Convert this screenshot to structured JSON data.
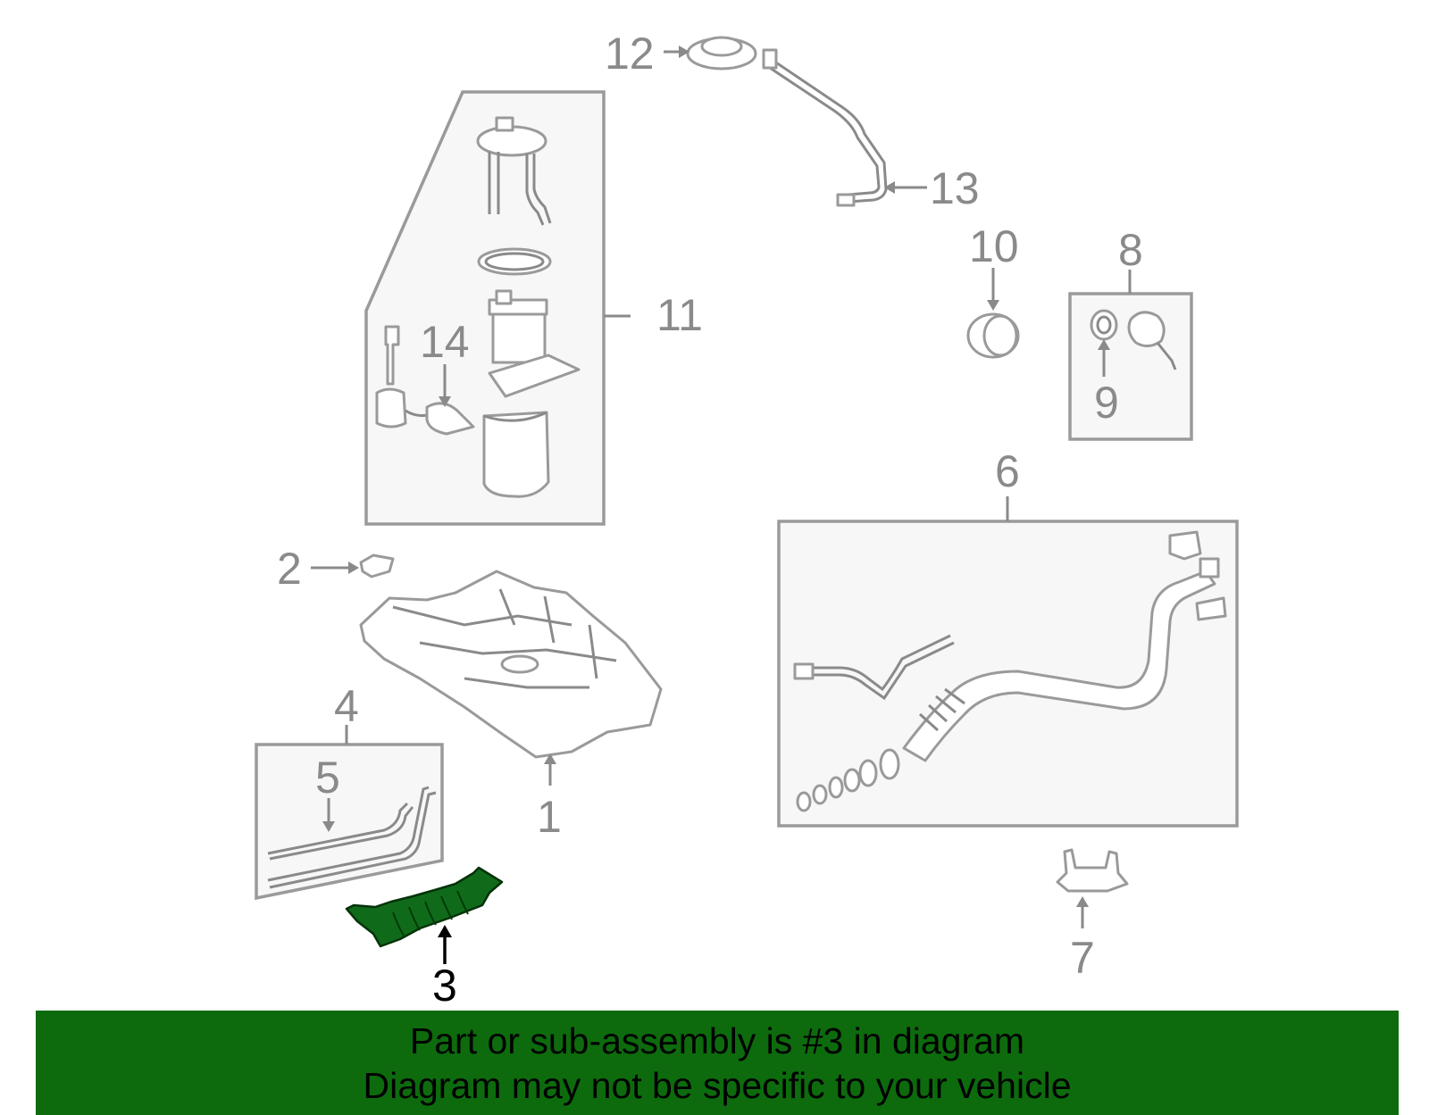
{
  "callouts": {
    "c1": "1",
    "c2": "2",
    "c3": "3",
    "c4": "4",
    "c5": "5",
    "c6": "6",
    "c7": "7",
    "c8": "8",
    "c9": "9",
    "c10": "10",
    "c11": "11",
    "c12": "12",
    "c13": "13",
    "c14": "14"
  },
  "banner": {
    "line1": "Part or sub-assembly is #3 in diagram",
    "line2": "Diagram may not be specific to your vehicle"
  },
  "colors": {
    "highlight": "#0f6b1a",
    "banner": "#0d6b0d",
    "lineart": "#9a9a9a"
  }
}
